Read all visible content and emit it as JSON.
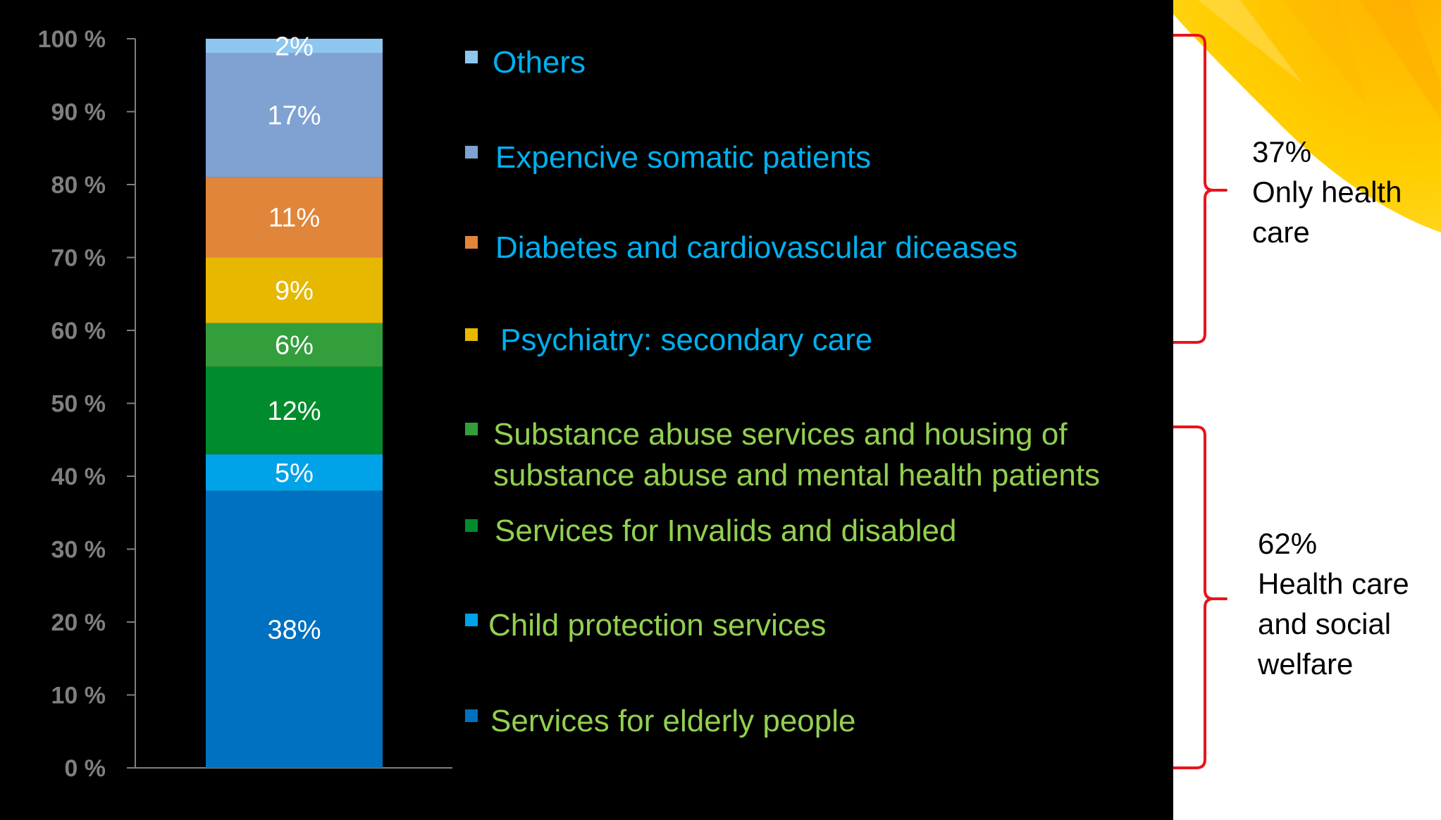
{
  "chart_data": {
    "type": "bar",
    "stacked": true,
    "categories": [
      ""
    ],
    "ylim": [
      0,
      100
    ],
    "y_ticks": [
      "0 %",
      "10 %",
      "20 %",
      "30 %",
      "40 %",
      "50 %",
      "60 %",
      "70 %",
      "80 %",
      "90 %",
      "100 %"
    ],
    "grid": false,
    "legend_position": "right",
    "series": [
      {
        "name": "Services for elderly people",
        "value": 38,
        "label": "38%",
        "color": "#0070C0",
        "legend_text_color": "#92D050"
      },
      {
        "name": "Child protection services",
        "value": 5,
        "label": "5%",
        "color": "#00A2E8",
        "legend_text_color": "#92D050"
      },
      {
        "name": "Services for Invalids and disabled",
        "value": 12,
        "label": "12%",
        "color": "#008C2C",
        "legend_text_color": "#92D050"
      },
      {
        "name": "Substance abuse services and housing of substance abuse and mental health patients",
        "legend_lines": [
          "Substance abuse services and housing of",
          "substance abuse and mental health patients"
        ],
        "value": 6,
        "label": "6%",
        "color": "#339E3C",
        "legend_text_color": "#92D050"
      },
      {
        "name": "Psychiatry: secondary care",
        "value": 9,
        "label": "9%",
        "color": "#E6B800",
        "legend_text_color": "#00B0F0"
      },
      {
        "name": "Diabetes and cardiovascular diceases",
        "value": 11,
        "label": "11%",
        "color": "#E0853A",
        "legend_text_color": "#00B0F0"
      },
      {
        "name": "Expencive somatic patients",
        "value": 17,
        "label": "17%",
        "color": "#7FA2D2",
        "legend_text_color": "#00B0F0"
      },
      {
        "name": "Others",
        "value": 2,
        "label": "2%",
        "color": "#8DC7F0",
        "legend_text_color": "#00B0F0"
      }
    ]
  },
  "annotations": [
    {
      "lines": [
        "37%",
        "Only health",
        "care"
      ],
      "bracket_color": "#E8141C"
    },
    {
      "lines": [
        "62%",
        "Health care",
        "and social",
        "welfare"
      ],
      "bracket_color": "#E8141C"
    }
  ],
  "colors": {
    "panel_background": "#000000",
    "axis": "#7f7f7f",
    "sun_yellow": "#FFD200",
    "sun_orange": "#FFB400"
  }
}
